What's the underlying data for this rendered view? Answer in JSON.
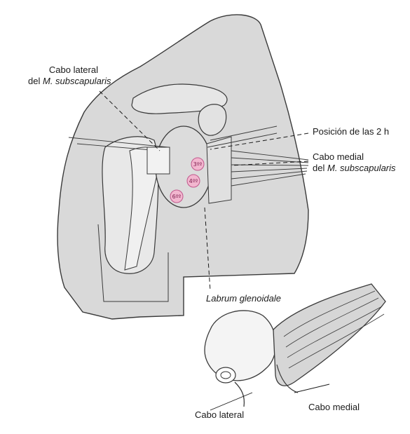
{
  "labels": {
    "lateral_head_line1": "Cabo lateral",
    "lateral_head_line2_prefix": "del",
    "lateral_head_line2_italic": "M. subscapularis",
    "two_oclock_position": "Posición de las 2 h",
    "medial_head_line1": "Cabo medial",
    "medial_head_line2_prefix": "del",
    "medial_head_line2_italic": "M. subscapularis",
    "glenoid_labrum": "Labrum glenoidale",
    "inset_lateral_head": "Cabo lateral",
    "inset_medial_head": "Cabo medial"
  },
  "portals": [
    "3ºº",
    "4ºº",
    "6ºº"
  ],
  "colors": {
    "bone_fill": "#d9d9d9",
    "outline": "#3a3a3a",
    "portal_fill": "#f2b6cf",
    "portal_stroke": "#c0588c"
  }
}
